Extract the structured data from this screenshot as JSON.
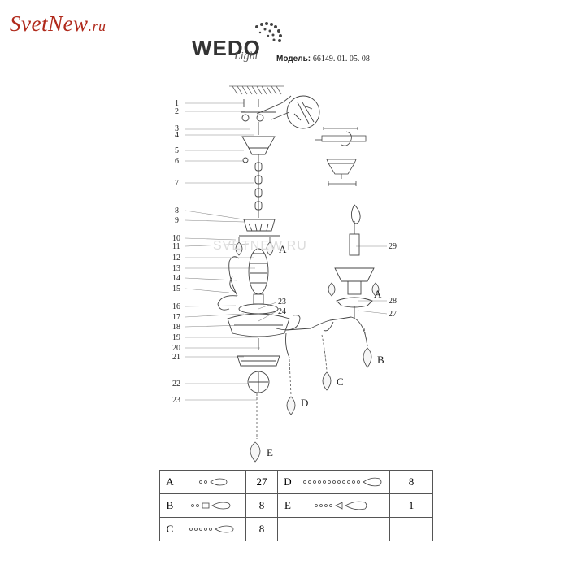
{
  "header": {
    "site_logo": "SvetNew",
    "site_logo_tld": ".ru",
    "brand_word": "WEDO",
    "brand_sub": "Light",
    "model_label": "Модель:",
    "model_value": "66149. 01. 05. 08",
    "watermark": "SVETNEW.RU"
  },
  "part_numbers": [
    "1",
    "2",
    "3",
    "4",
    "5",
    "6",
    "7",
    "8",
    "9",
    "10",
    "11",
    "12",
    "13",
    "14",
    "15",
    "16",
    "17",
    "18",
    "19",
    "20",
    "21",
    "22",
    "23",
    "23",
    "24",
    "29",
    "28",
    "27"
  ],
  "pendant_letters": {
    "a1": "A",
    "a2": "A",
    "b": "B",
    "c": "C",
    "d": "D",
    "e": "E"
  },
  "legend": {
    "rows": [
      {
        "left_code": "A",
        "left_qty": "27",
        "right_code": "D",
        "right_qty": "8"
      },
      {
        "left_code": "B",
        "left_qty": "8",
        "right_code": "E",
        "right_qty": "1"
      },
      {
        "left_code": "C",
        "left_qty": "8",
        "right_code": "",
        "right_qty": ""
      }
    ]
  }
}
